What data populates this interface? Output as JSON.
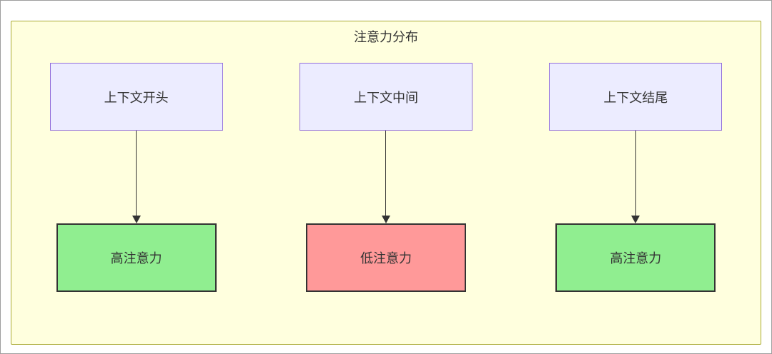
{
  "diagram": {
    "title": "注意力分布",
    "columns": [
      {
        "source": "上下文开头",
        "target": "高注意力",
        "target_kind": "high"
      },
      {
        "source": "上下文中间",
        "target": "低注意力",
        "target_kind": "low"
      },
      {
        "source": "上下文结尾",
        "target": "高注意力",
        "target_kind": "high"
      }
    ],
    "edges": [
      {
        "from": "上下文开头",
        "to": "高注意力"
      },
      {
        "from": "上下文中间",
        "to": "低注意力"
      },
      {
        "from": "上下文结尾",
        "to": "高注意力"
      }
    ],
    "colors": {
      "container_bg": "#ffffde",
      "container_border": "#aaaa33",
      "source_bg": "#ececff",
      "source_border": "#9370db",
      "high_attention_bg": "#90ee90",
      "low_attention_bg": "#ff9999",
      "target_border": "#333333",
      "text": "#333333"
    }
  }
}
